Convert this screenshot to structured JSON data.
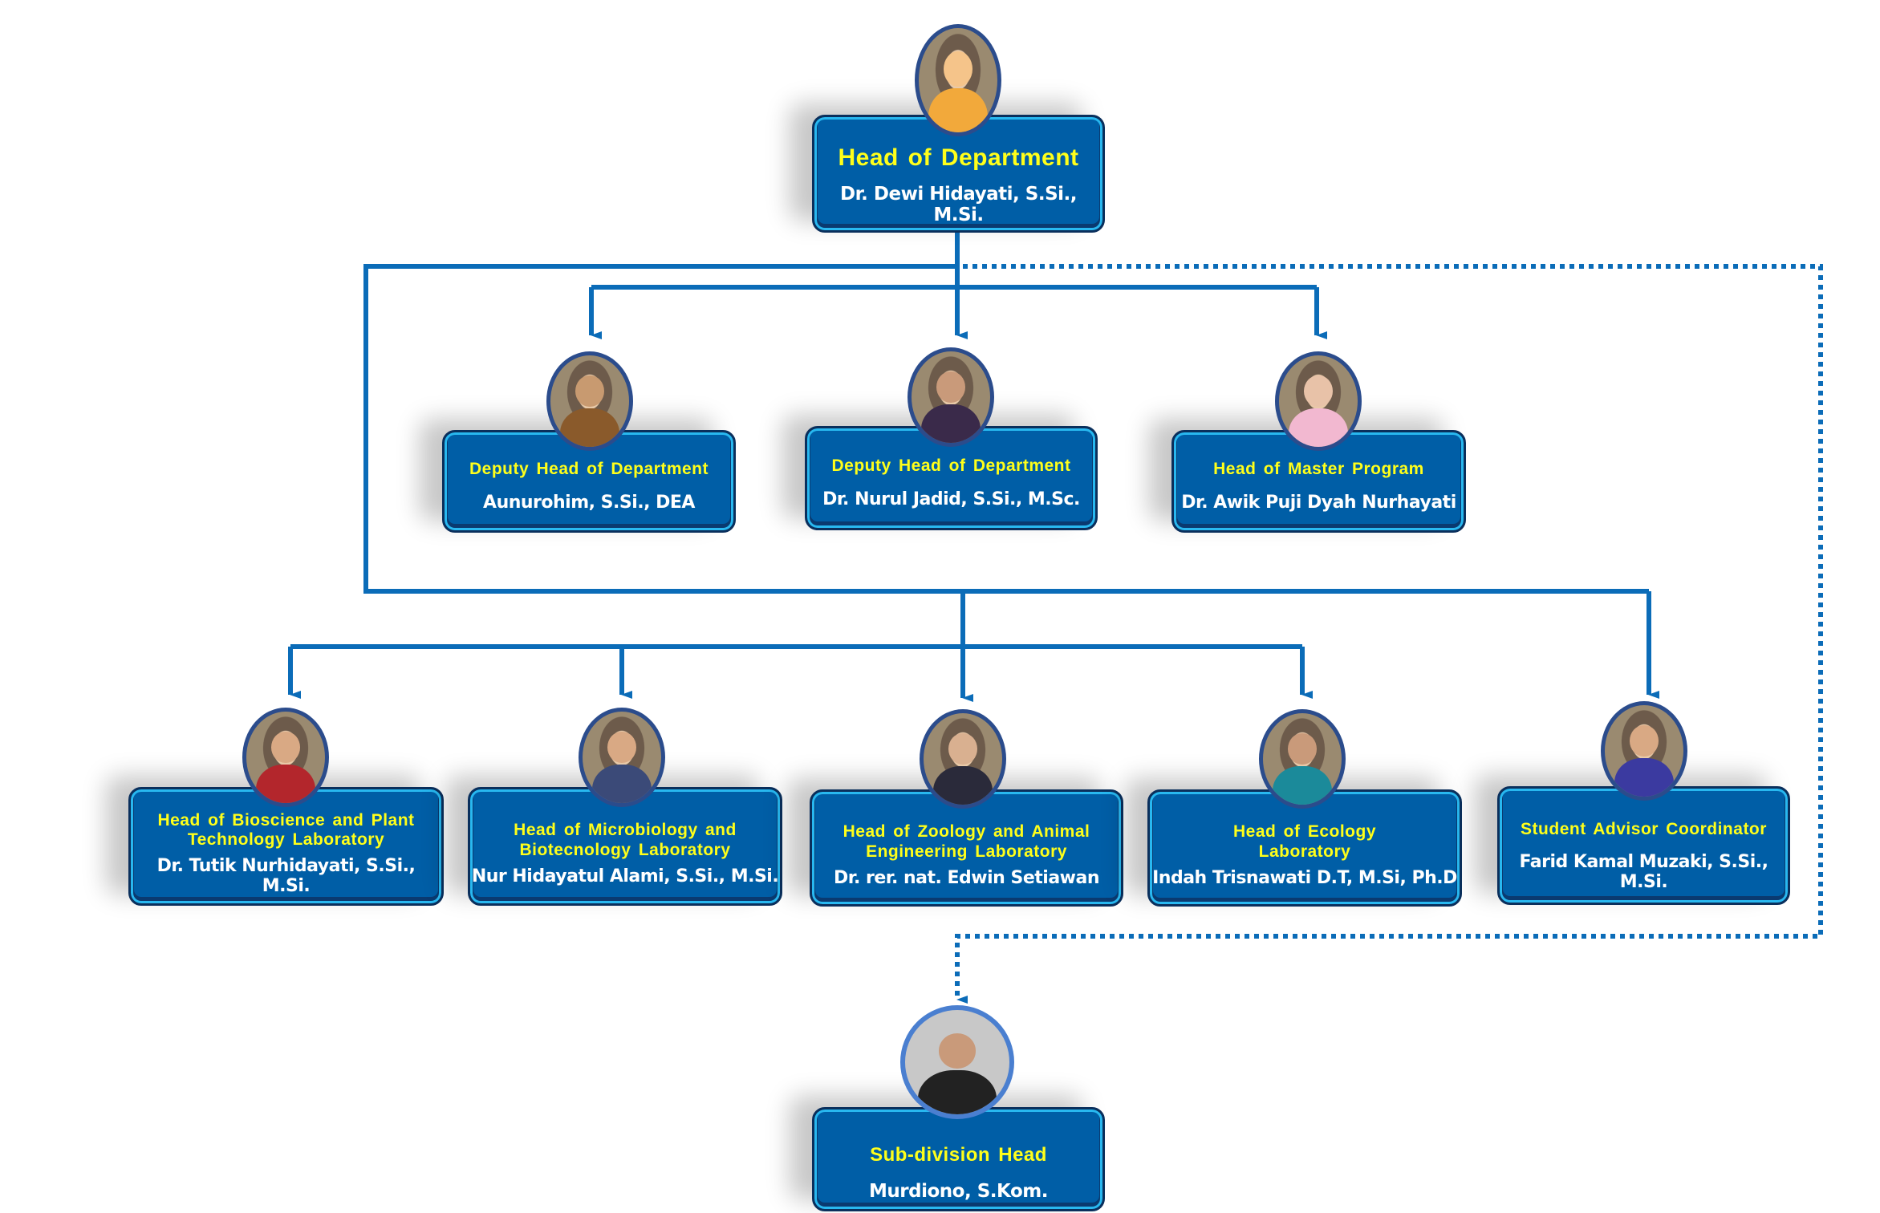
{
  "chart_title": "Department Organizational Structure",
  "colors": {
    "box_fill": "#005ea6",
    "role_text": "#ffff1a",
    "name_text": "#ffffff",
    "connector": "#0b6cb8",
    "photo_border": "#2b4c8c"
  },
  "head": {
    "role": "Head of Department",
    "name": "Dr. Dewi Hidayati, S.Si., M.Si.",
    "photo_colors": [
      "#f2a93b",
      "#f5c48a"
    ]
  },
  "deputies": [
    {
      "role": "Deputy Head of Department",
      "name": "Aunurohim, S.Si., DEA",
      "photo_colors": [
        "#8a5a2b",
        "#c89a70"
      ]
    },
    {
      "role": "Deputy Head of Department",
      "name": "Dr. Nurul Jadid, S.Si., M.Sc.",
      "photo_colors": [
        "#3a2a4a",
        "#c99a7a"
      ]
    },
    {
      "role": "Head of Master Program",
      "name": "Dr. Awik Puji Dyah Nurhayati",
      "photo_colors": [
        "#f2b8d0",
        "#e8c2a8"
      ]
    }
  ],
  "labs": [
    {
      "role": "Head of Bioscience and Plant Technology Laboratory",
      "role_lines": [
        "Head of Bioscience and Plant",
        "Technology Laboratory"
      ],
      "name": "Dr. Tutik Nurhidayati, S.Si., M.Si.",
      "photo_colors": [
        "#b3262c",
        "#d9a984"
      ]
    },
    {
      "role": "Head of Microbiology and Biotecnology Laboratory",
      "role_lines": [
        "Head of Microbiology and",
        "Biotecnology Laboratory"
      ],
      "name": "Nur Hidayatul Alami, S.Si., M.Si.",
      "photo_colors": [
        "#3b4a78",
        "#d9a984"
      ]
    },
    {
      "role": "Head of Zoology and Animal Engineering Laboratory",
      "role_lines": [
        "Head of Zoology and Animal",
        "Engineering Laboratory"
      ],
      "name": "Dr. rer. nat. Edwin Setiawan",
      "photo_colors": [
        "#2a2a3a",
        "#d9b090"
      ]
    },
    {
      "role": "Head of Ecology Laboratory",
      "role_lines": [
        "Head of Ecology",
        "Laboratory"
      ],
      "name": "Indah Trisnawati D.T, M.Si, Ph.D",
      "photo_colors": [
        "#1b8a9a",
        "#c99a7a"
      ]
    },
    {
      "role": "Student Advisor Coordinator",
      "role_lines": [
        "Student Advisor Coordinator"
      ],
      "name": "Farid Kamal Muzaki, S.Si., M.Si.",
      "photo_colors": [
        "#3b3aa0",
        "#d9a984"
      ]
    }
  ],
  "subdivision": {
    "role": "Sub-division Head",
    "name": "Murdiono, S.Kom.",
    "photo_colors": [
      "#222222",
      "#c99a7a"
    ]
  },
  "relations": [
    {
      "from": "head",
      "to": "deputies.0",
      "style": "solid"
    },
    {
      "from": "head",
      "to": "deputies.1",
      "style": "solid"
    },
    {
      "from": "head",
      "to": "deputies.2",
      "style": "solid"
    },
    {
      "from": "head",
      "to": "labs.0",
      "style": "solid"
    },
    {
      "from": "head",
      "to": "labs.1",
      "style": "solid"
    },
    {
      "from": "head",
      "to": "labs.2",
      "style": "solid"
    },
    {
      "from": "head",
      "to": "labs.3",
      "style": "solid"
    },
    {
      "from": "head",
      "to": "labs.4",
      "style": "solid"
    },
    {
      "from": "head",
      "to": "subdivision",
      "style": "dotted"
    }
  ]
}
